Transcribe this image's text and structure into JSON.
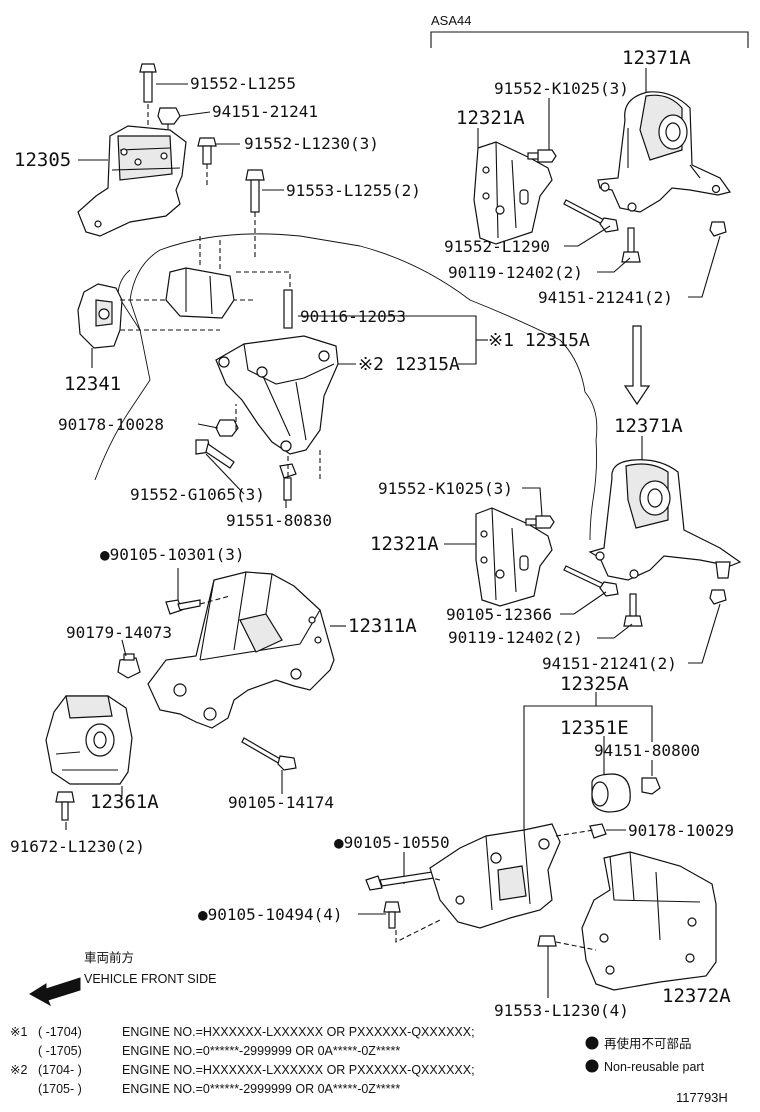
{
  "title_variant": "ASA44",
  "labels": {
    "p12371A_top": "12371A",
    "p91552_K1025_top": "91552-K1025(3)",
    "p12321A_top": "12321A",
    "p91552_L1290": "91552-L1290",
    "p90119_12402_top": "90119-12402(2)",
    "p94151_21241_top": "94151-21241(2)",
    "p91552_L1255": "91552-L1255",
    "p94151_21241": "94151-21241",
    "p91552_L1230": "91552-L1230(3)",
    "p12305": "12305",
    "p91553_L1255": "91553-L1255(2)",
    "p90116_12053": "90116-12053",
    "p12315A_1": "※1 12315A",
    "p12315A_2": "※2 12315A",
    "p12341": "12341",
    "p90178_10028": "90178-10028",
    "p91552_G1065": "91552-G1065(3)",
    "p91551_80830": "91551-80830",
    "p12371A_mid": "12371A",
    "p91552_K1025_mid": "91552-K1025(3)",
    "p12321A_mid": "12321A",
    "p90105_12366": "90105-12366",
    "p90119_12402_mid": "90119-12402(2)",
    "p94151_21241_mid": "94151-21241(2)",
    "p90105_10301": "●90105-10301(3)",
    "p12311A": "12311A",
    "p90179_14073": "90179-14073",
    "p12361A": "12361A",
    "p90105_14174": "90105-14174",
    "p91672_L1230": "91672-L1230(2)",
    "p12325A": "12325A",
    "p12351E": "12351E",
    "p94151_80800": "94151-80800",
    "p90178_10029": "90178-10029",
    "p90105_10550": "●90105-10550",
    "p90105_10494": "●90105-10494(4)",
    "p91553_L1230": "91553-L1230(4)",
    "p12372A": "12372A"
  },
  "front_side": {
    "japanese": "車両前方",
    "english": "VEHICLE FRONT SIDE"
  },
  "notes": [
    {
      "mark": "※1",
      "range": "(      -1704)",
      "text": "ENGINE NO.=HXXXXXX-LXXXXXX OR PXXXXXX-QXXXXXX;"
    },
    {
      "mark": "",
      "range": "(      -1705)",
      "text": "ENGINE NO.=0******-2999999 OR 0A*****-0Z*****"
    },
    {
      "mark": "※2",
      "range": "(1704-       )",
      "text": "ENGINE NO.=HXXXXXX-LXXXXXX OR PXXXXXX-QXXXXXX;"
    },
    {
      "mark": "",
      "range": "(1705-       )",
      "text": "ENGINE NO.=0******-2999999 OR 0A*****-0Z*****"
    }
  ],
  "legend": {
    "japanese": "再使用不可部品",
    "english": "Non-reusable part"
  },
  "diagram_id": "117793H"
}
